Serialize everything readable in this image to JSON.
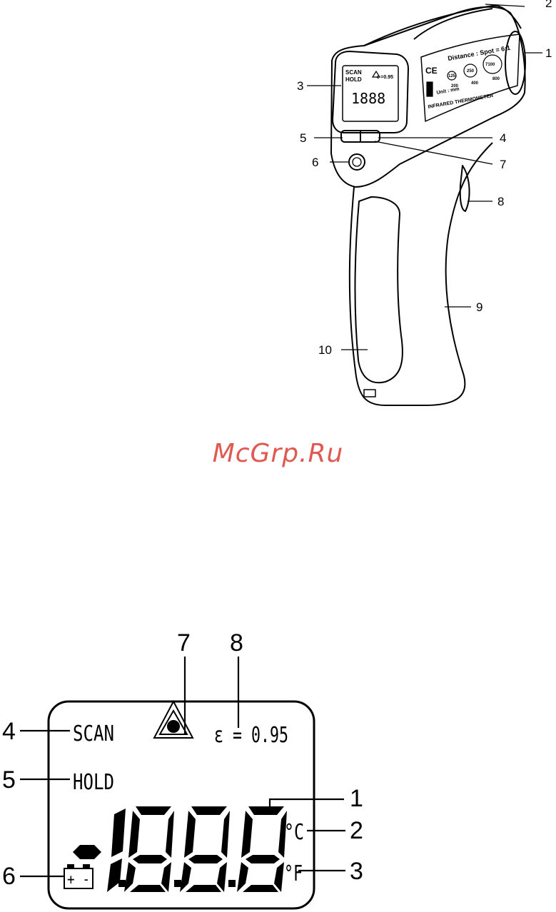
{
  "figure_top": {
    "callouts": [
      "1",
      "2",
      "3",
      "4",
      "5",
      "6",
      "7",
      "8",
      "9",
      "10"
    ],
    "device_text": {
      "distance_spot": "Distance : Spot = 6:1",
      "ce_mark": "CE",
      "spot_circles": [
        "125",
        "250",
        "7100"
      ],
      "distances": [
        "200",
        "400",
        "800"
      ],
      "unit": "Unit : mm",
      "product_name": "INFRARED  THERMOMETER",
      "screen_scan": "SCAN",
      "screen_hold": "HOLD",
      "screen_emissivity": "ε =0.95",
      "screen_digits": "1888"
    }
  },
  "watermark": "McGrp.Ru",
  "figure_bottom": {
    "callouts": [
      "7",
      "8",
      "4",
      "5",
      "6",
      "1",
      "2",
      "3"
    ],
    "lcd": {
      "scan": "SCAN",
      "hold": "HOLD",
      "emissivity": "ε = 0.95",
      "unit_c": "°C",
      "unit_f": "°F",
      "battery": "+ -",
      "colors": {
        "outline": "#000000",
        "background": "#ffffff"
      }
    }
  }
}
